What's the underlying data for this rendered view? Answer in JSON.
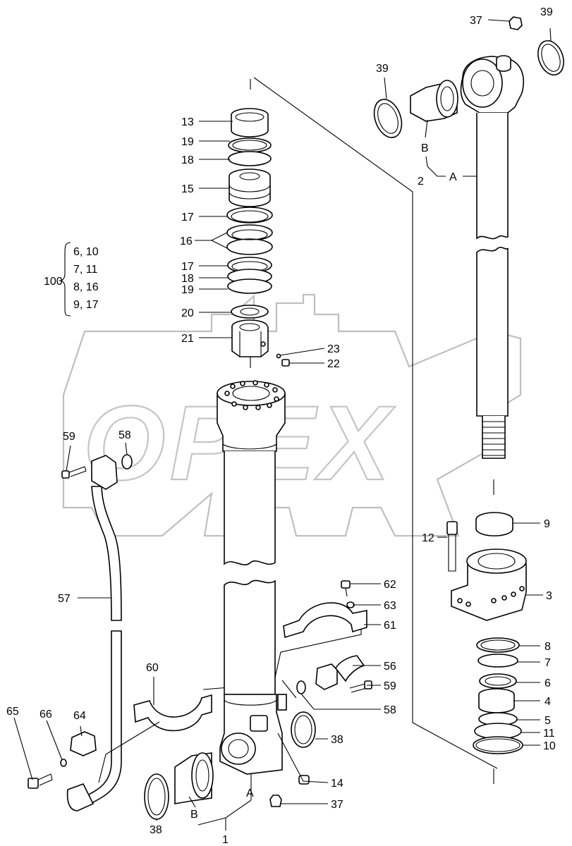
{
  "watermark": {
    "brand_text": "OPEX"
  },
  "kit": {
    "number": "100",
    "lines": [
      "6, 10",
      "7, 11",
      "8, 16",
      "9, 17"
    ]
  },
  "callouts": {
    "c1": "1",
    "c2": "2",
    "c2A": "A",
    "c2B": "B",
    "c1A": "A",
    "c1B": "B",
    "c3": "3",
    "c4": "4",
    "c5": "5",
    "c6": "6",
    "c7": "7",
    "c8": "8",
    "c9": "9",
    "c10": "10",
    "c11": "11",
    "c12": "12",
    "c13": "13",
    "c14": "14",
    "c15": "15",
    "c16": "16",
    "c17a": "17",
    "c17b": "17",
    "c18a": "18",
    "c18b": "18",
    "c19a": "19",
    "c19b": "19",
    "c20": "20",
    "c21": "21",
    "c22": "22",
    "c23": "23",
    "c37a": "37",
    "c37b": "37",
    "c38a": "38",
    "c38b": "38",
    "c39a": "39",
    "c39b": "39",
    "c56": "56",
    "c57": "57",
    "c58a": "58",
    "c58b": "58",
    "c59a": "59",
    "c59b": "59",
    "c60": "60",
    "c61": "61",
    "c62": "62",
    "c63": "63",
    "c64": "64",
    "c65": "65",
    "c66": "66"
  }
}
